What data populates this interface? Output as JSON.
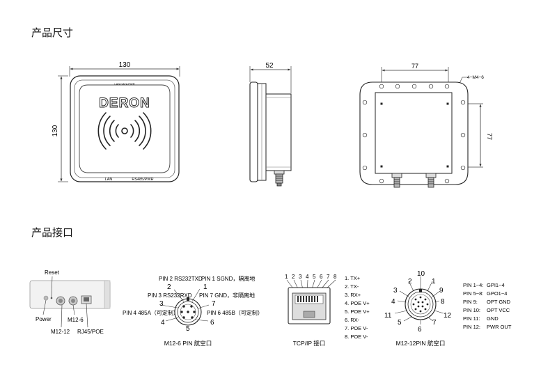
{
  "sections": {
    "size_title": "产品尺寸",
    "interface_title": "产品接口"
  },
  "dimensions": {
    "front_width": "130",
    "front_height": "130",
    "side_depth": "52",
    "back_hole_h": "77",
    "back_hole_v": "77",
    "back_hole_spec": "4−M4−6"
  },
  "device_labels": {
    "brand": "DERON",
    "top_small": "LAN DATA PWR",
    "bottom_lan": "LAN",
    "bottom_rs485": "RS485/PWR"
  },
  "ports_photo": {
    "reset": "Reset",
    "power": "Power",
    "m12_6": "M12-6",
    "m12_12": "M12-12",
    "rj45": "RJ45/POE"
  },
  "m12_6": {
    "caption": "M12-6 PIN 航空口",
    "pins": [
      {
        "num": "1",
        "label": "PIN 1 SGND，隔离地"
      },
      {
        "num": "2",
        "label": "PIN 2 RS232TXD"
      },
      {
        "num": "3",
        "label": "PIN 3 RS232RXD"
      },
      {
        "num": "4",
        "label": "PIN 4 485A（可定制）"
      },
      {
        "num": "6",
        "label": "PIN 6 485B（可定制）"
      },
      {
        "num": "7",
        "label": "PIN 7 GND，非隔离地"
      }
    ],
    "num5": "5"
  },
  "rj45": {
    "caption": "TCP/IP 接口",
    "pin_numbers": [
      "1",
      "2",
      "3",
      "4",
      "5",
      "6",
      "7",
      "8"
    ],
    "pins": [
      "1. TX+",
      "2. TX-",
      "3. RX+",
      "4. POE V+",
      "5. POE V+",
      "6. RX-",
      "7. POE V-",
      "8. POE V-"
    ]
  },
  "m12_12": {
    "caption": "M12-12PIN 航空口",
    "numbers": [
      "1",
      "2",
      "3",
      "4",
      "5",
      "6",
      "7",
      "8",
      "9",
      "10",
      "11",
      "12"
    ],
    "pins": [
      {
        "pin": "PIN 1~4:",
        "func": "GPI1~4"
      },
      {
        "pin": "PIN 5~8:",
        "func": "GPO1~4"
      },
      {
        "pin": "PIN 9:",
        "func": "OPT GND"
      },
      {
        "pin": "PIN 10:",
        "func": "OPT VCC"
      },
      {
        "pin": "PIN 11:",
        "func": "GND"
      },
      {
        "pin": "PIN 12:",
        "func": "PWR OUT"
      }
    ]
  }
}
